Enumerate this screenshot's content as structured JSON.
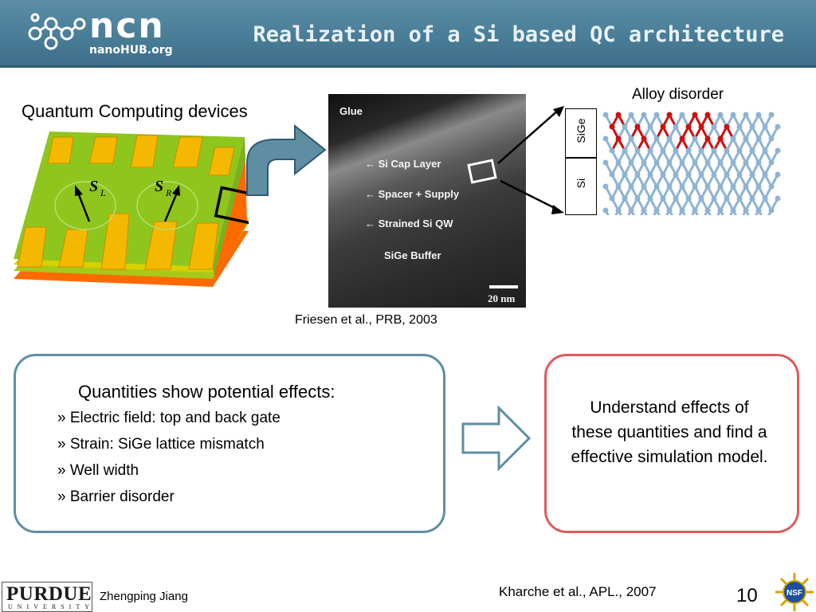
{
  "header": {
    "logo_text": "ncn",
    "logo_sub": "nanoHUB.org",
    "title": "Realization of a Si based QC architecture"
  },
  "figure": {
    "device_label": "Quantum Computing devices",
    "spin_left": "S",
    "spin_left_sub": "L",
    "spin_right": "S",
    "spin_right_sub": "R",
    "tem_labels": {
      "glue": "Glue",
      "cap": "Si Cap Layer",
      "spacer": "Spacer + Supply",
      "qw": "Strained Si QW",
      "buffer": "SiGe Buffer",
      "scale": "20 nm"
    },
    "tem_citation": "Friesen et al., PRB, 2003",
    "alloy_label": "Alloy disorder",
    "layer_top": "SiGe",
    "layer_bottom": "Si"
  },
  "left_box": {
    "title": "Quantities show potential effects:",
    "bullets": [
      "» Electric field: top and back gate",
      "» Strain: SiGe lattice mismatch",
      "» Well width",
      "» Barrier disorder"
    ]
  },
  "right_box": {
    "text": "Understand effects of these quantities and find a effective simulation model."
  },
  "footer": {
    "university": "PURDUE",
    "university_sub": "UNIVERSITY",
    "presenter": "Zhengping Jiang",
    "citation": "Kharche et al., APL., 2007",
    "page": "10",
    "nsf": "NSF"
  },
  "colors": {
    "header": "#4a7d97",
    "left_box_border": "#5f8ea3",
    "right_box_border": "#e05a5a",
    "device_green": "#8fc61e",
    "device_orange": "#ff6a00",
    "gate_gold": "#f5b800",
    "lattice_si": "#8fb3d4",
    "lattice_ge": "#cc1111"
  }
}
